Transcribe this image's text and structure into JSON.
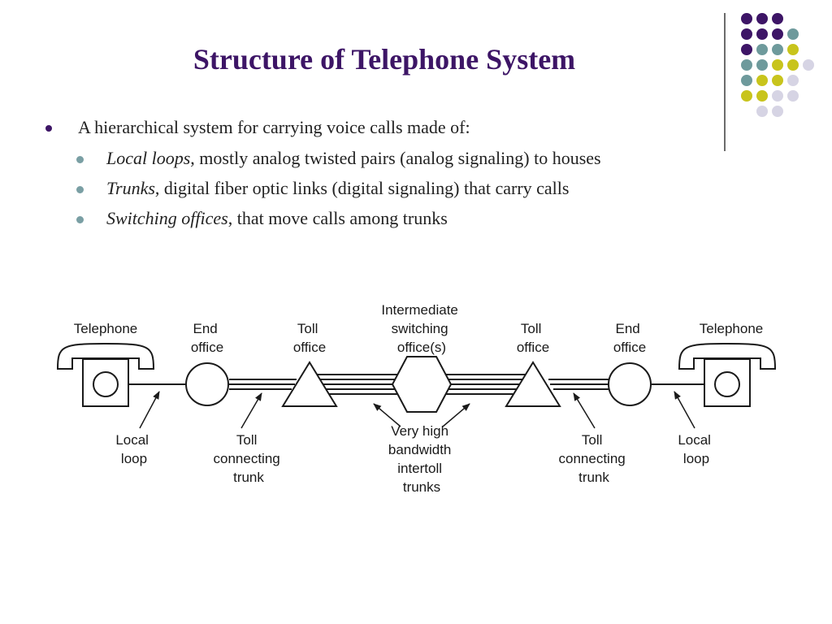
{
  "slide": {
    "title": "Structure of Telephone System",
    "bullet_main": "A hierarchical system for carrying voice calls made of:",
    "sub_bullets": [
      {
        "term": "Local loops",
        "rest": ", mostly analog twisted pairs (analog signaling) to houses"
      },
      {
        "term": "Trunks",
        "rest": ", digital fiber optic links (digital signaling) that carry calls"
      },
      {
        "term": "Switching offices",
        "rest": ", that move calls among trunks"
      }
    ]
  },
  "decoration": {
    "colors": {
      "purple": "#3d1566",
      "teal": "#6e9a9c",
      "olive": "#c8c41c",
      "lavender": "#d6d4e4"
    }
  },
  "diagram": {
    "top_labels": {
      "telephone_left": [
        "Telephone"
      ],
      "end_office_left": [
        "End",
        "office"
      ],
      "toll_office_left": [
        "Toll",
        "office"
      ],
      "intermediate": [
        "Intermediate",
        "switching",
        "office(s)"
      ],
      "toll_office_right": [
        "Toll",
        "office"
      ],
      "end_office_right": [
        "End",
        "office"
      ],
      "telephone_right": [
        "Telephone"
      ]
    },
    "bottom_labels": {
      "local_loop_left": [
        "Local",
        "loop"
      ],
      "toll_trunk_left": [
        "Toll",
        "connecting",
        "trunk"
      ],
      "intertoll": [
        "Very high",
        "bandwidth",
        "intertoll",
        "trunks"
      ],
      "toll_trunk_right": [
        "Toll",
        "connecting",
        "trunk"
      ],
      "local_loop_right": [
        "Local",
        "loop"
      ]
    }
  }
}
